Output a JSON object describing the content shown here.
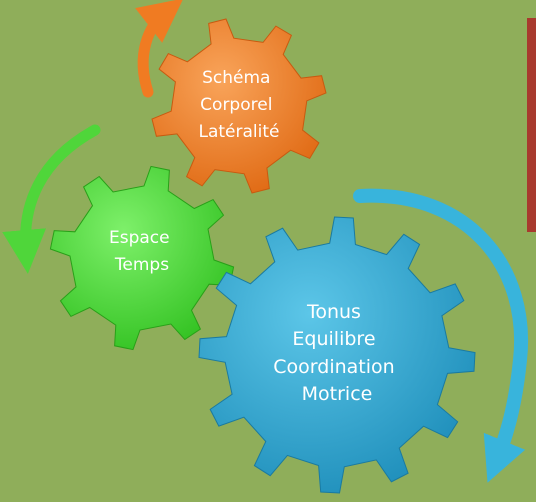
{
  "gears": [
    {
      "id": "orange",
      "color": "#f07b22",
      "lines": [
        "Schéma",
        "Corporel",
        "Latéralité"
      ]
    },
    {
      "id": "green",
      "color": "#4fd63a",
      "lines": [
        "Espace",
        "Temps"
      ]
    },
    {
      "id": "blue",
      "color": "#2ba2cb",
      "lines": [
        "Tonus",
        "Equilibre",
        "Coordination",
        "Motrice"
      ]
    }
  ],
  "arrows": [
    {
      "id": "orange-arrow",
      "color": "#f07b22"
    },
    {
      "id": "green-arrow",
      "color": "#4fd63a"
    },
    {
      "id": "blue-arrow",
      "color": "#38b4dc"
    }
  ],
  "colors": {
    "background": "#8fae5a",
    "edge_strip": "#a83a2e"
  }
}
